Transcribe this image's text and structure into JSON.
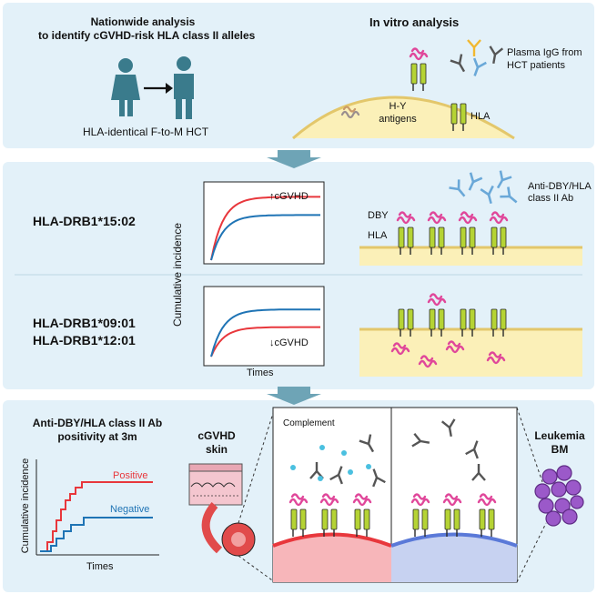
{
  "panel1": {
    "title_line1": "Nationwide analysis",
    "title_line2": "to identify cGVHD-risk HLA class II alleles",
    "caption": "HLA-identical F-to-M HCT",
    "invitro_title": "In vitro analysis",
    "igg_line1": "Plasma IgG from",
    "igg_line2": "HCT patients",
    "hy_line1": "H-Y",
    "hy_line2": "antigens",
    "hla_label": "HLA"
  },
  "panel2": {
    "allele_top": "HLA-DRB1*15:02",
    "allele_mid1": "HLA-DRB1*09:01",
    "allele_mid2": "HLA-DRB1*12:01",
    "ylabel": "Cumulative incidence",
    "xlabel": "Times",
    "up_label": "↑cGVHD",
    "down_label": "↓cGVHD",
    "ab_line1": "Anti-DBY/HLA",
    "ab_line2": "class II Ab",
    "dby_label": "DBY",
    "hla_label": "HLA",
    "colors": {
      "red": "#e8373c",
      "blue": "#1f74b5"
    }
  },
  "panel3": {
    "title_line1": "Anti-DBY/HLA class II Ab",
    "title_line2": "positivity at 3m",
    "ylabel": "Cumulative incidence",
    "xlabel": "Times",
    "positive": "Positive",
    "negative": "Negative",
    "skin_line1": "cGVHD",
    "skin_line2": "skin",
    "complement": "Complement",
    "leuk_line1": "Leukemia",
    "leuk_line2": "BM"
  }
}
